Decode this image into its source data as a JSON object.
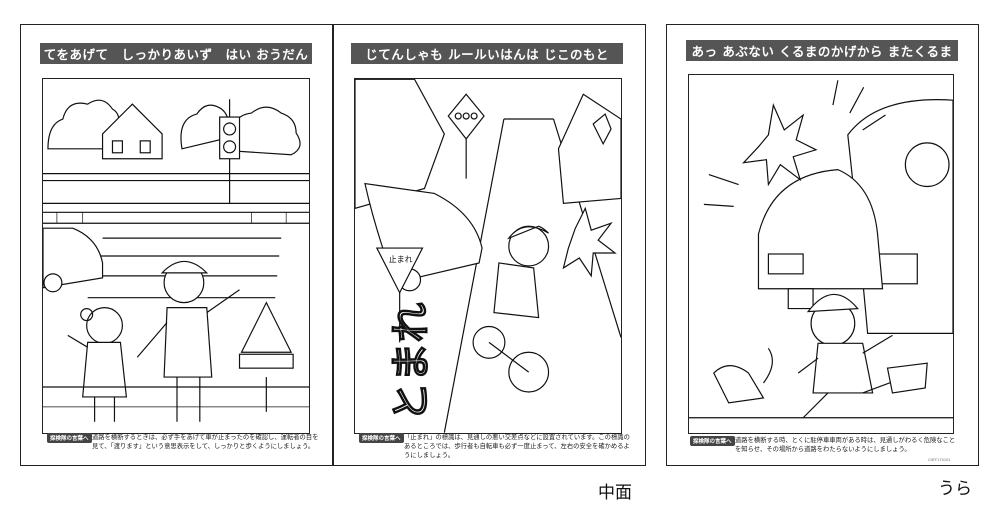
{
  "panels": [
    {
      "title": "てをあげて　しっかりあいず　はい おうだん",
      "badge": "探検隊の言葉へ",
      "caption": "道路を横断するときは、必ず手をあげて車が止まったのを確認し、運転者の目を見て、「渡ります」という意思表示をして、しっかりと歩くようにしましょう。"
    },
    {
      "title": "じてんしゃも ルールいはんは じこのもと",
      "badge": "探検隊の言葉へ",
      "caption": "「止まれ」の標識は、見通しの悪い交差点などに設置されています。この標識のあるところでは、歩行者も自転車も必ず一度止まって、左右の安全を確かめるようにしましょう。",
      "sign_text": "止まれ",
      "road_text": "とまれ"
    },
    {
      "title": "あっ あぶない くるまのかげから またくるま",
      "badge": "探検隊の言葉へ",
      "caption": "道路を横断する時、とくに駐停車車両がある時は、見通しがわるく危険なことを知らせ、その場所から道路をわたらないようにしましょう。",
      "credit": "CDFF170101"
    }
  ],
  "labels": {
    "inside": "中面",
    "back": "うら"
  }
}
